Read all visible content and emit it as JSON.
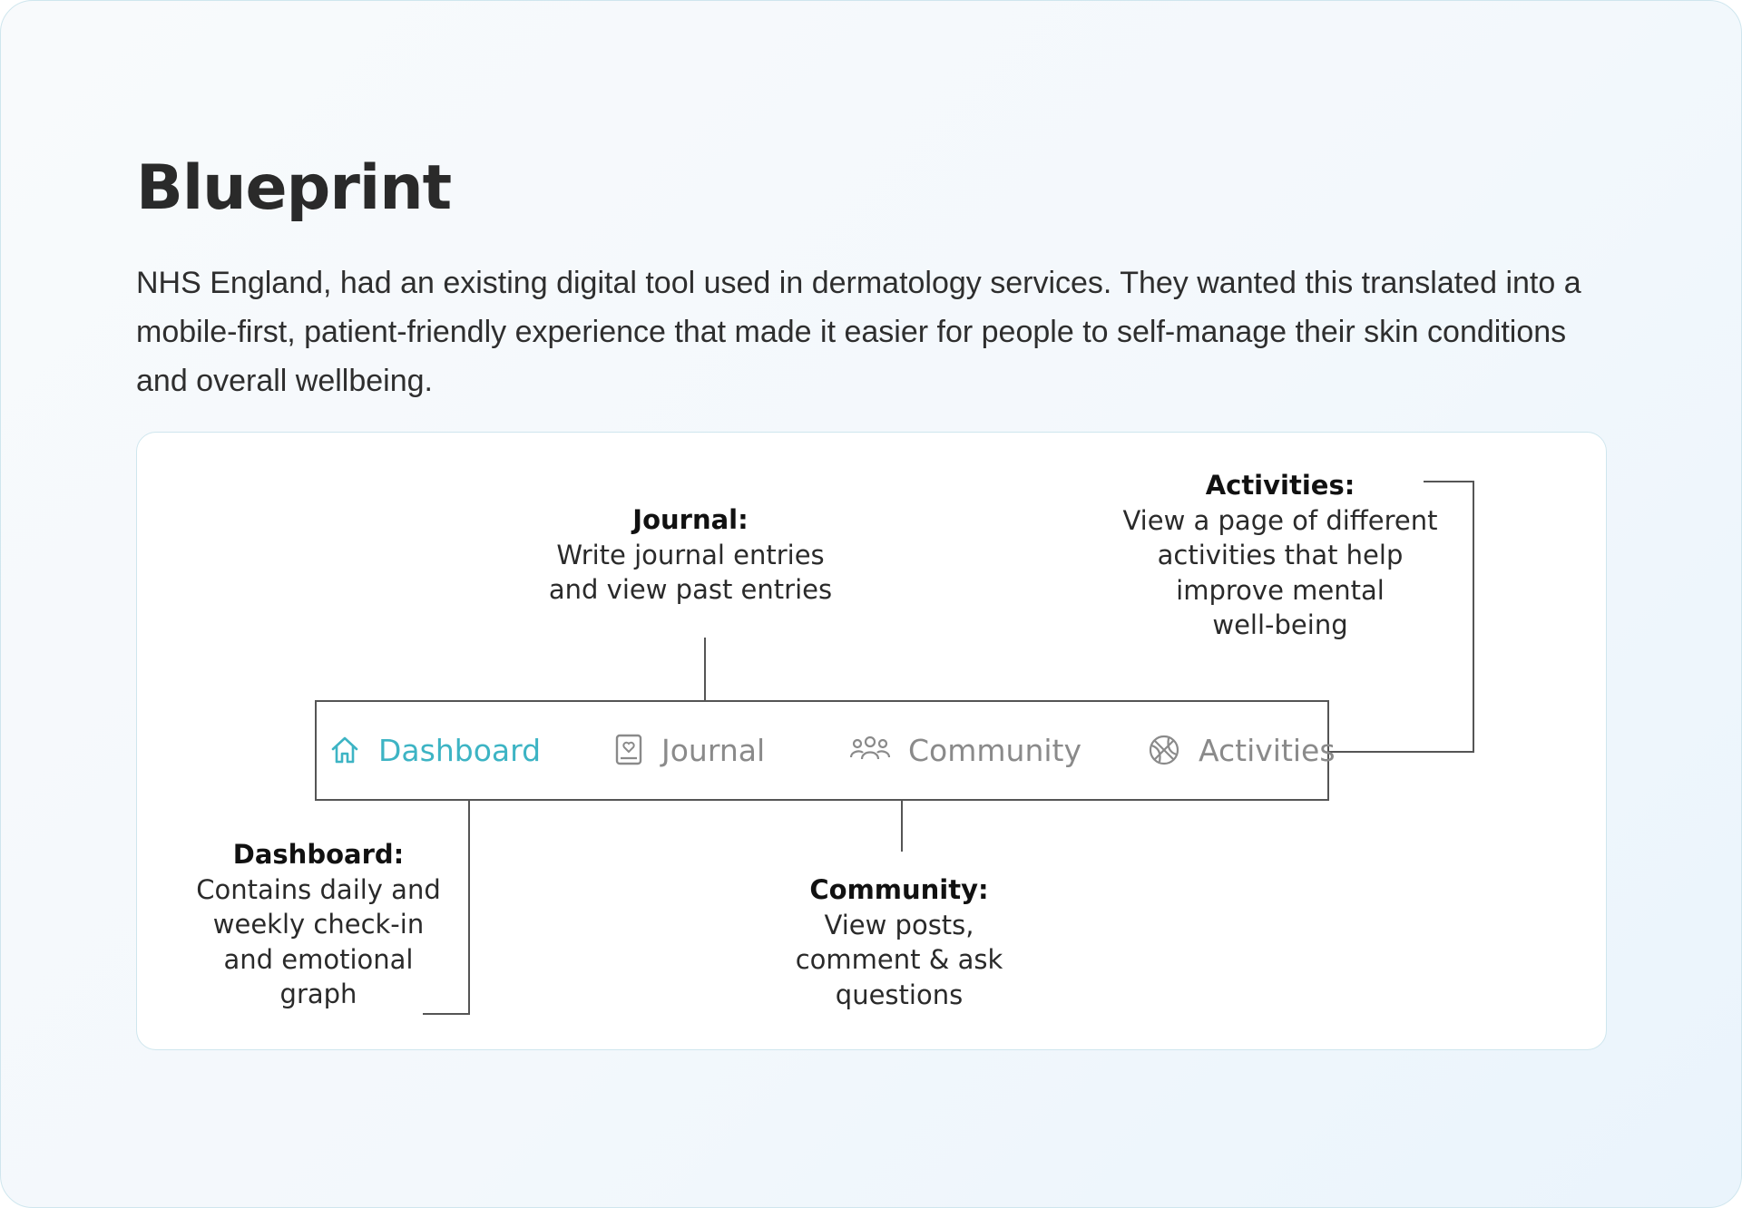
{
  "page": {
    "title": "Blueprint",
    "intro": " NHS England, had an existing digital tool used in dermatology services. They wanted this translated into a mobile-first, patient-friendly experience that made it easier for people to self-manage their skin conditions and overall wellbeing."
  },
  "diagram": {
    "nav": [
      {
        "label": "Dashboard",
        "icon": "home-icon",
        "active": true
      },
      {
        "label": "Journal",
        "icon": "journal-icon",
        "active": false
      },
      {
        "label": "Community",
        "icon": "people-icon",
        "active": false
      },
      {
        "label": "Activities",
        "icon": "basketball-icon",
        "active": false
      }
    ],
    "callouts": {
      "journal": {
        "heading": "Journal:",
        "lines": [
          "Write journal entries",
          "and view past entries"
        ]
      },
      "activities": {
        "heading": "Activities:",
        "lines": [
          "View a page of different",
          "activities that help",
          "improve mental",
          "well-being"
        ]
      },
      "dashboard": {
        "heading": "Dashboard:",
        "lines": [
          "Contains daily and",
          "weekly check-in",
          "and emotional",
          "graph"
        ]
      },
      "community": {
        "heading": "Community:",
        "lines": [
          "View posts,",
          "comment & ask",
          "questions"
        ]
      }
    },
    "colors": {
      "active": "#3db4c4",
      "inactive": "#8a8a8a",
      "connector": "#555555"
    }
  }
}
